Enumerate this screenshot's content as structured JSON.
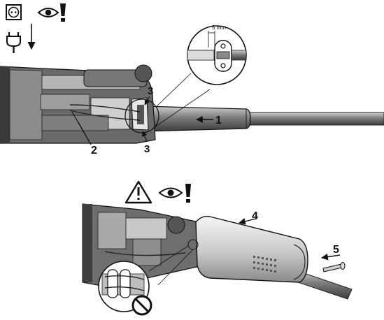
{
  "top_panel": {
    "callouts": {
      "one": "1",
      "two": "2",
      "three_upper": "3",
      "three_lower": "3"
    },
    "detail": {
      "measure_label": "5 mm"
    },
    "icons": [
      "socket-icon",
      "plug-icon",
      "down-arrow-icon",
      "eye-icon",
      "exclamation-icon"
    ]
  },
  "bottom_panel": {
    "callouts": {
      "four": "4",
      "five": "5"
    },
    "icons": [
      "warning-triangle-icon",
      "eye-icon",
      "exclamation-icon",
      "prohibited-icon"
    ]
  }
}
